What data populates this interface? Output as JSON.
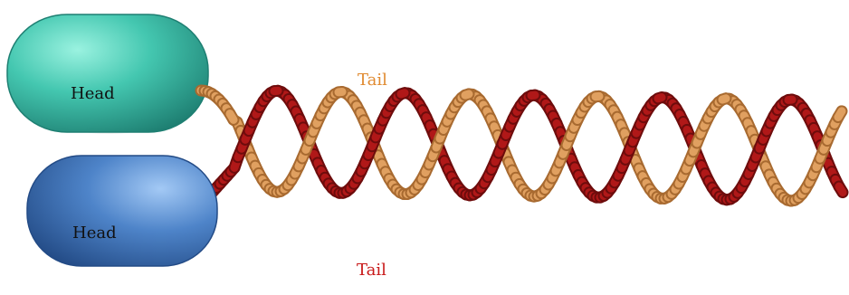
{
  "labels": {
    "head_top": "Head",
    "head_bottom": "Head",
    "tail_orange": "Tail",
    "tail_red": "Tail"
  },
  "colors": {
    "head_top": "#40c8b0",
    "head_bottom": "#4a80c8",
    "tail_orange": "#e0a060",
    "tail_red": "#b01818",
    "tail_orange_text": "#e08a30",
    "tail_red_text": "#c81818"
  }
}
